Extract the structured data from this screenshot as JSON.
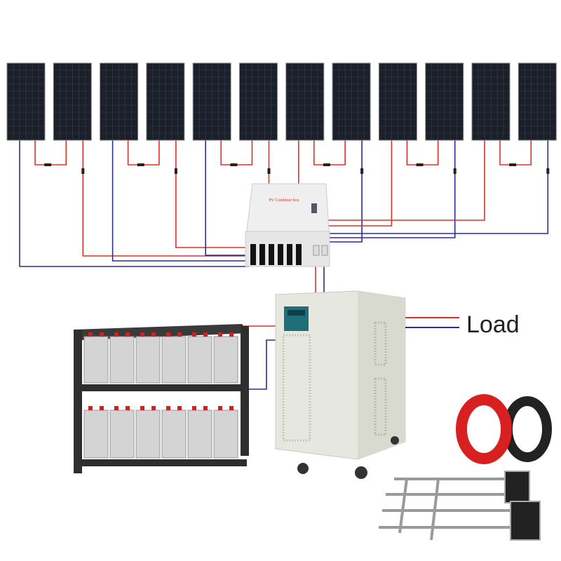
{
  "combiner_box": {
    "label": "PV Combiner box"
  },
  "load_label": "Load",
  "panel_count": 12,
  "colors": {
    "positive": "#e0302a",
    "negative": "#2a2f8a",
    "panel": "#1b1f2a",
    "inverter": "#e9ebe3"
  }
}
